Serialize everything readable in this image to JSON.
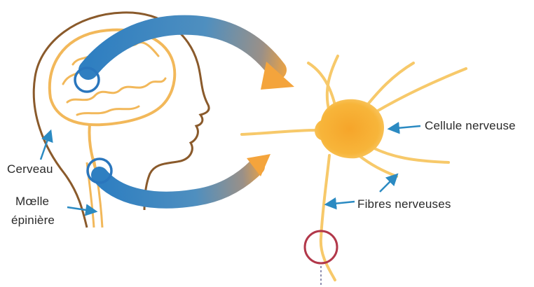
{
  "labels": {
    "cerveau": "Cerveau",
    "moelle_line1": "Mœlle",
    "moelle_line2": "épinière",
    "cellule": "Cellule nerveuse",
    "fibres": "Fibres nerveuses"
  },
  "colors": {
    "head_outline": "#8a5a2b",
    "brain": "#f2b85a",
    "arrow_blue": "#2f7fc1",
    "arrow_gray": "#9a9088",
    "arrow_orange": "#f4a43c",
    "neuron": "#f7b53a",
    "zoom_circle": "#2a76bd",
    "axon_circle": "#b2384a",
    "pointer": "#2b8ac2"
  },
  "icons": {
    "pointer": "small-blue-arrow-icon"
  }
}
